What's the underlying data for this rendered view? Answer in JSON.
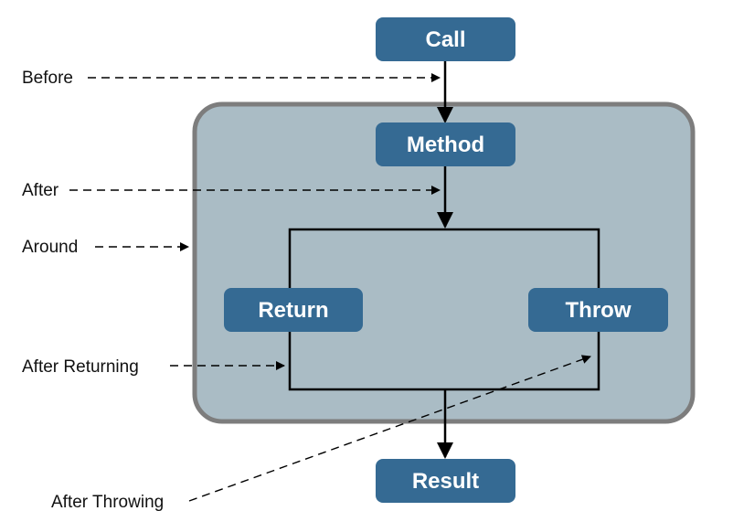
{
  "nodes": {
    "call": "Call",
    "method": "Method",
    "return": "Return",
    "throw": "Throw",
    "result": "Result"
  },
  "advice": {
    "before": "Before",
    "after": "After",
    "around": "Around",
    "after_returning": "After Returning",
    "after_throwing": "After Throwing"
  },
  "colors": {
    "node_fill": "#356a93",
    "container_fill": "#aabcc5",
    "container_stroke": "#7d7d7d",
    "line": "#000000"
  }
}
